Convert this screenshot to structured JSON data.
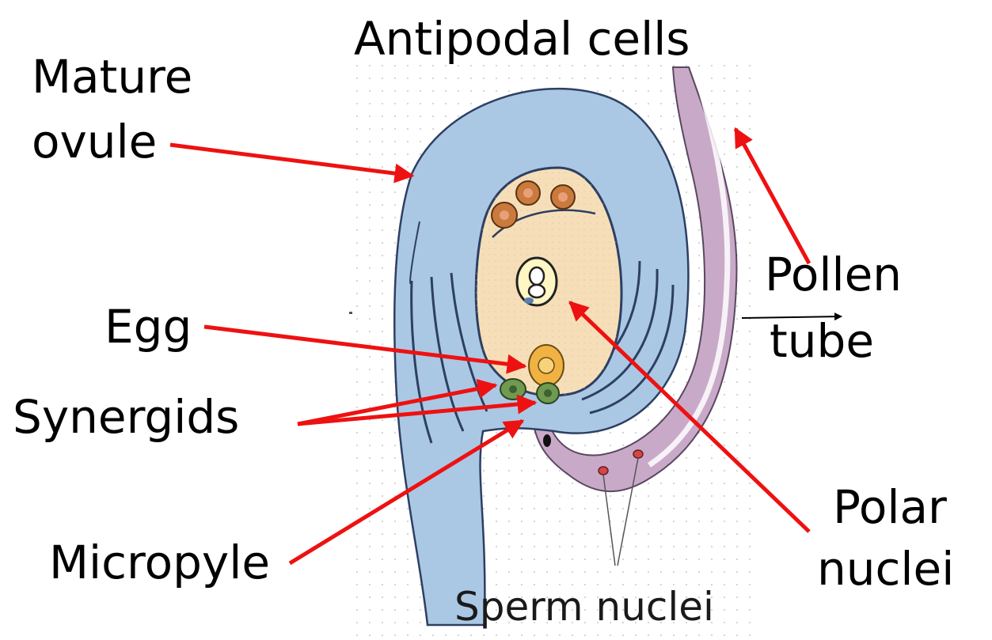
{
  "labels": {
    "antipodal": "Antipodal cells",
    "mature_line1": "Mature",
    "mature_line2": "ovule",
    "pollen_line1": "Pollen",
    "pollen_line2": "tube",
    "egg": "Egg",
    "synergids": "Synergids",
    "micropyle": "Micropyle",
    "sperm": "Sperm nuclei",
    "polar_line1": "Polar",
    "polar_line2": "nuclei"
  },
  "colors": {
    "integument": "#aac8e4",
    "integument_line": "#2d3f63",
    "embryo_sac": "#f6dfb8",
    "pollen_tube": "#c9a9c8",
    "pointer_arrow": "#ee1111",
    "antipodal_cell": "#c97a3c",
    "synergid": "#6f9a50",
    "egg_cell": "#f0b242"
  }
}
